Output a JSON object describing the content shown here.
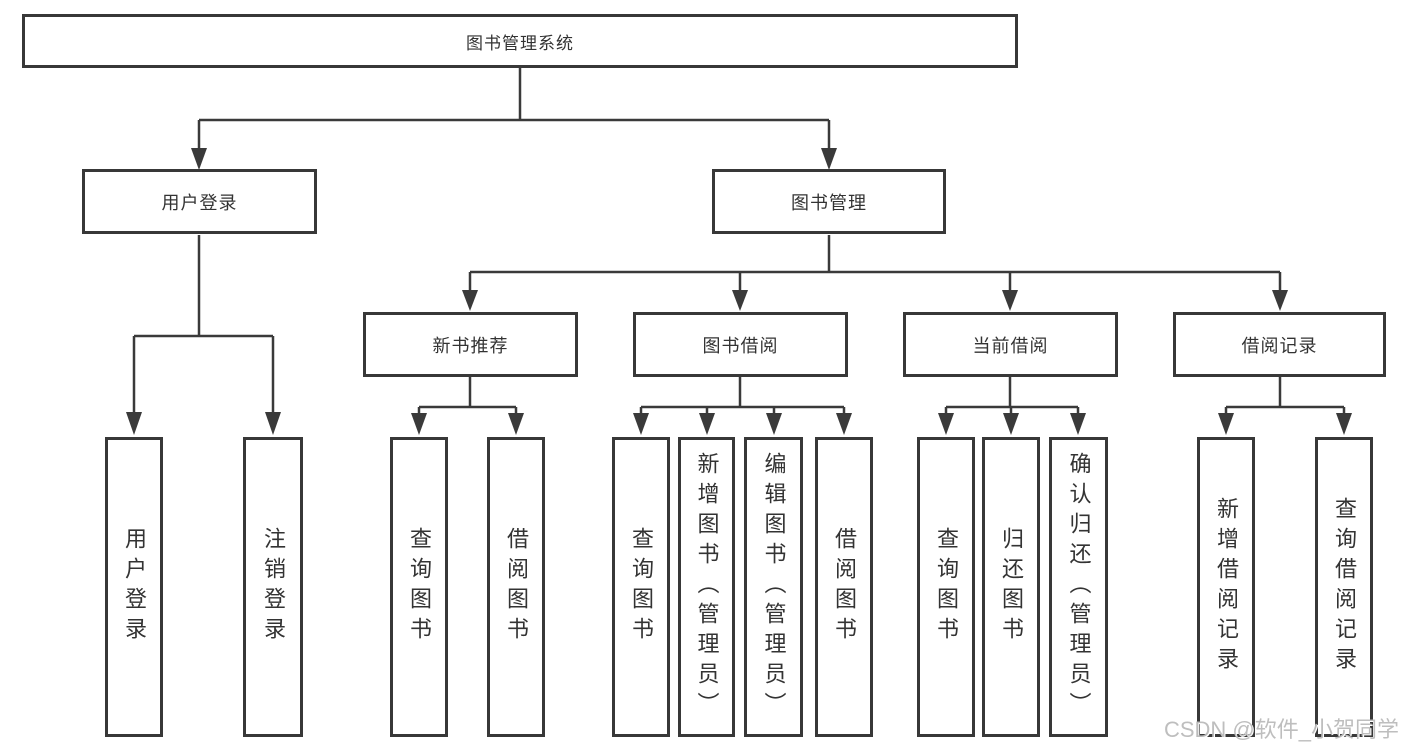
{
  "diagram": {
    "root": {
      "label": "图书管理系统"
    },
    "level2": [
      {
        "label": "用户登录"
      },
      {
        "label": "图书管理"
      }
    ],
    "level3": [
      {
        "label": "新书推荐"
      },
      {
        "label": "图书借阅"
      },
      {
        "label": "当前借阅"
      },
      {
        "label": "借阅记录"
      }
    ],
    "leaves": {
      "user_login": [
        {
          "label": "用户登录"
        },
        {
          "label": "注销登录"
        }
      ],
      "new_book_recommend": [
        {
          "label": "查询图书"
        },
        {
          "label": "借阅图书"
        }
      ],
      "book_borrow": [
        {
          "label": "查询图书"
        },
        {
          "label": "新增图书（管理员）"
        },
        {
          "label": "编辑图书（管理员）"
        },
        {
          "label": "借阅图书"
        }
      ],
      "current_borrow": [
        {
          "label": "查询图书"
        },
        {
          "label": "归还图书"
        },
        {
          "label": "确认归还（管理员）"
        }
      ],
      "borrow_record": [
        {
          "label": "新增借阅记录"
        },
        {
          "label": "查询借阅记录"
        }
      ]
    }
  },
  "watermark": {
    "text": "CSDN @软件_小贺同学"
  },
  "colors": {
    "line": "#3a3a3a",
    "border": "#383838",
    "text": "#333333",
    "watermark": "#bbbbbb",
    "background": "#ffffff"
  }
}
